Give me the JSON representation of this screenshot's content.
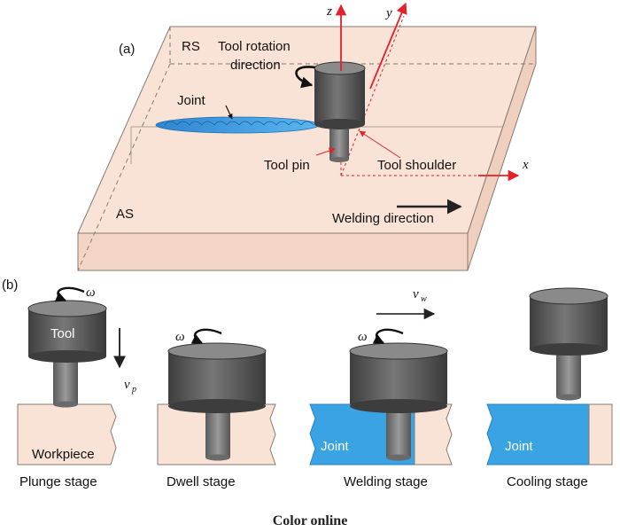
{
  "panel_a": {
    "label": "(a)",
    "rs": "RS",
    "as": "AS",
    "tool_rotation": [
      "Tool rotation",
      "direction"
    ],
    "joint": "Joint",
    "tool_pin": "Tool pin",
    "tool_shoulder": "Tool shoulder",
    "welding_direction": "Welding direction",
    "axis_x": "x",
    "axis_y": "y",
    "axis_z": "z"
  },
  "panel_b": {
    "label": "(b)",
    "tool": "Tool",
    "workpiece": "Workpiece",
    "omega": "ω",
    "vp": "v",
    "vp_sub": "p",
    "vw": "v",
    "vw_sub": "w",
    "joint": "Joint",
    "stages": [
      "Plunge stage",
      "Dwell stage",
      "Welding stage",
      "Cooling stage"
    ]
  },
  "caption": "Color online",
  "colors": {
    "plate": "#f8e3d6",
    "tool": "#5a5a5a",
    "joint": "#3aa3e3",
    "axis": "#e5202a"
  }
}
